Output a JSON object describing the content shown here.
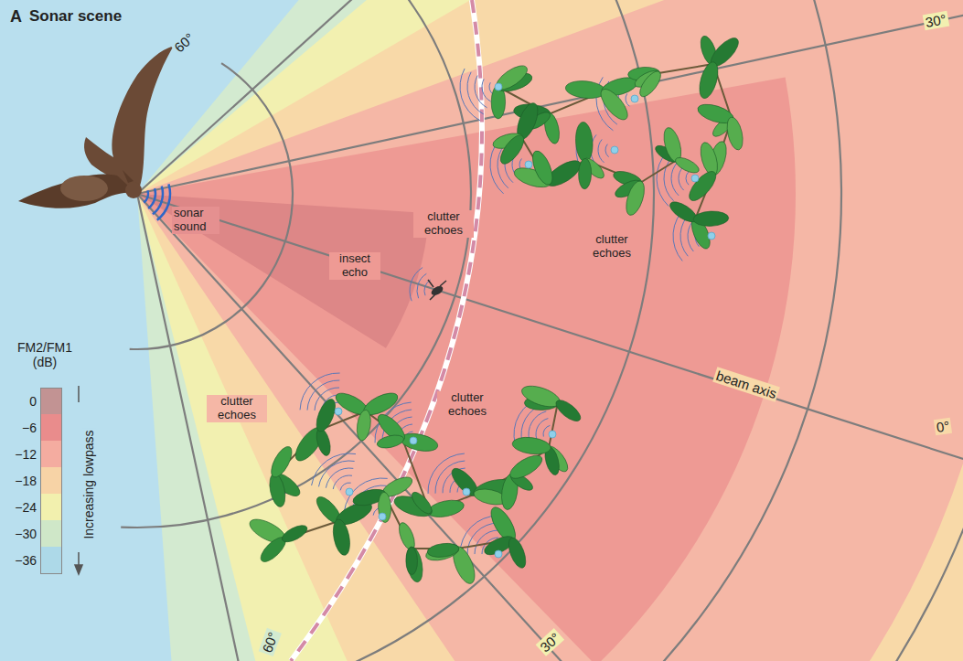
{
  "diagram": {
    "title": "Sonar scene",
    "labels": [
      "A",
      "60°",
      "30°",
      "sonar sound",
      "insect echo",
      "clutter echoes",
      "clutter echoes",
      "clutter echoes",
      "clutter echoes",
      "beam axis",
      "0°",
      "60°",
      "30°",
      "FM2/FM1 (dB)",
      "Increasing lowpass"
    ],
    "legend": [
      {
        "text": "0",
        "color": "#c29393"
      },
      {
        "text": "−6",
        "color": "#e98c8c"
      },
      {
        "text": "−12",
        "color": "#f4aca0"
      },
      {
        "text": "−18",
        "color": "#f7d3a6"
      },
      {
        "text": "−24",
        "color": "#f2f0ae"
      },
      {
        "text": "−30",
        "color": "#cfe7c8"
      },
      {
        "text": "−36",
        "color": "#add9e8"
      }
    ]
  }
}
